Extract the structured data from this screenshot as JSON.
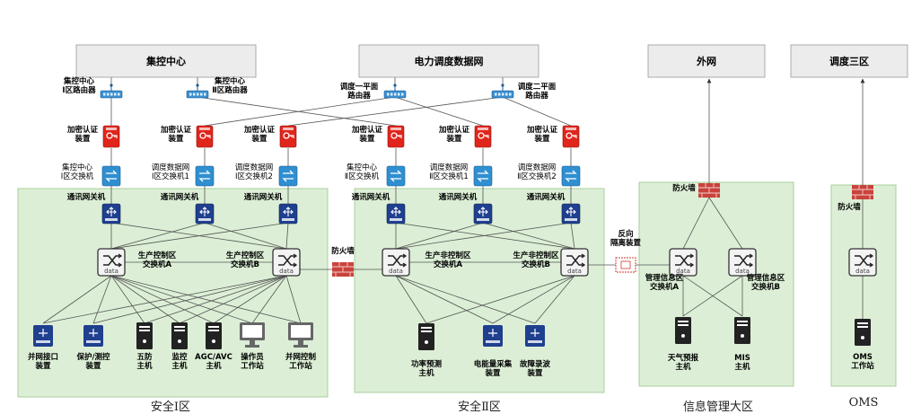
{
  "top_boxes": {
    "jikong": "集控中心",
    "dianli": "电力调度数据网",
    "waiwang": "外网",
    "diaodu3": "调度三区"
  },
  "routers": {
    "jk1": "集控中心\nⅠ区路由器",
    "jk2": "集控中心\nⅡ区路由器",
    "dd1": "调度一平面\n路由器",
    "dd2": "调度二平面\n路由器"
  },
  "encrypt_label": "加密认证\n装置",
  "switch_labels": [
    "集控中心\nⅠ区交换机",
    "调度数据网\nⅠ区交换机1",
    "调度数据网\nⅠ区交换机2",
    "集控中心\nⅡ区交换机",
    "调度数据网\nⅡ区交换机1",
    "调度数据网\nⅡ区交换机2"
  ],
  "gateway_label": "通讯网关机",
  "firewall_label": "防火墙",
  "reverse_isolation": "反向\n隔离装置",
  "core_switches": {
    "z1a": "生产控制区\n交换机A",
    "z1b": "生产控制区\n交换机B",
    "z2a": "生产非控制区\n交换机A",
    "z2b": "生产非控制区\n交换机B",
    "z3a": "管理信息区\n交换机A",
    "z3b": "管理信息区\n交换机B"
  },
  "zone1_devices": [
    "并网接口\n装置",
    "保护/测控\n装置",
    "五防\n主机",
    "监控\n主机",
    "AGC/AVC\n主机",
    "操作员\n工作站",
    "并网控制\n工作站"
  ],
  "zone2_devices": [
    "功率预测\n主机",
    "电能量采集\n装置",
    "故障录波\n装置"
  ],
  "zone3_devices": [
    "天气预报\n主机",
    "MIS\n主机"
  ],
  "zone4_device": "OMS\n工作站",
  "zone_titles": [
    "安全Ⅰ区",
    "安全Ⅱ区",
    "信息管理大区",
    "OMS"
  ],
  "colors": {
    "zone_fill": "#dcefd6",
    "zone_border": "#a8cf9c",
    "top_box_fill": "#ececec",
    "encrypt_red": "#e0261c",
    "switch_blue": "#2f8fd0",
    "gateway_navy": "#1f3f8f",
    "core_fill": "#f3f3f3",
    "firewall_red": "#c9433c"
  },
  "icons": [
    "router-icon",
    "encrypt-device-icon",
    "switch-icon",
    "gateway-icon",
    "core-switch-icon",
    "firewall-icon",
    "server-icon",
    "workstation-icon",
    "device-icon",
    "isolation-icon"
  ]
}
